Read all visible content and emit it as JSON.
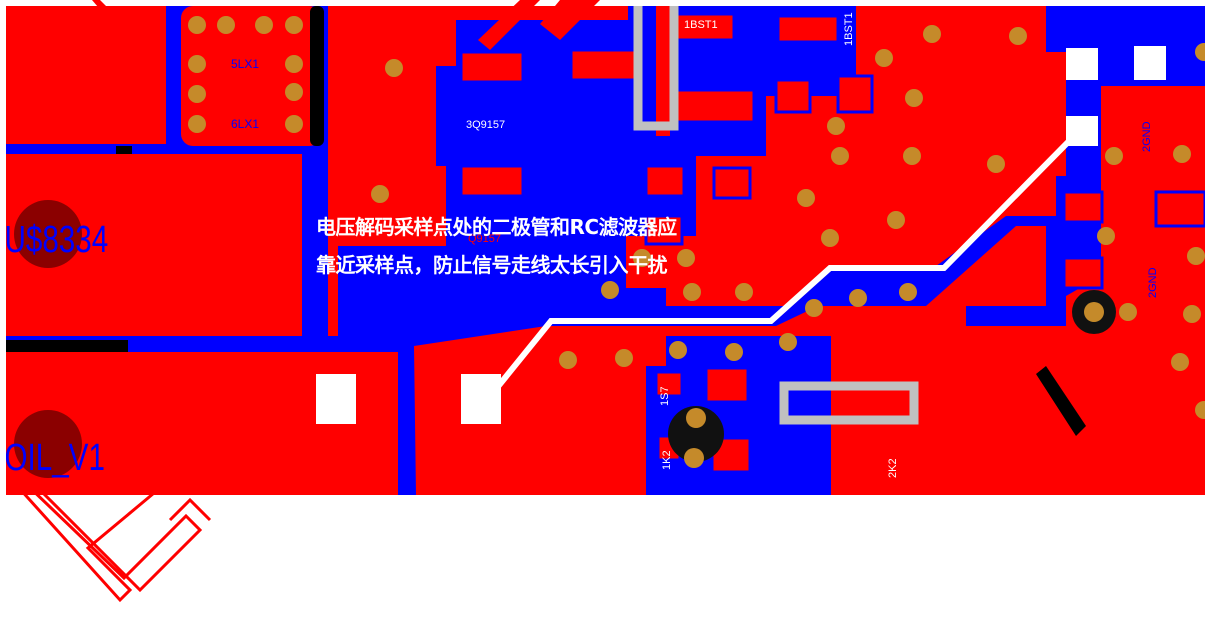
{
  "caption": {
    "line1": "电压解码采样点处的二极管和RC滤波器应",
    "line2": "靠近采样点，防止信号走线太长引入干扰"
  },
  "labels": {
    "u_left": "U$8334",
    "coil": "OIL_V1",
    "lx5": "5LX1",
    "lx6": "6LX1",
    "bst_a": "1BST1",
    "bst_b": "1BST1",
    "ref_q": "3Q9157",
    "ref_q2": "Q9157",
    "c2gnd": "2GND",
    "c2gnd_b": "2GND",
    "c1s7": "1S7",
    "c1k2": "1K2",
    "c2k2": "2K2"
  },
  "colors": {
    "board_blue": "#0000ff",
    "copper_red": "#ff0000",
    "via_gold": "#c58a2a",
    "trace_white": "#ffffff",
    "outline_gray": "#c0c0c0",
    "watermark_red": "#ff0000"
  }
}
